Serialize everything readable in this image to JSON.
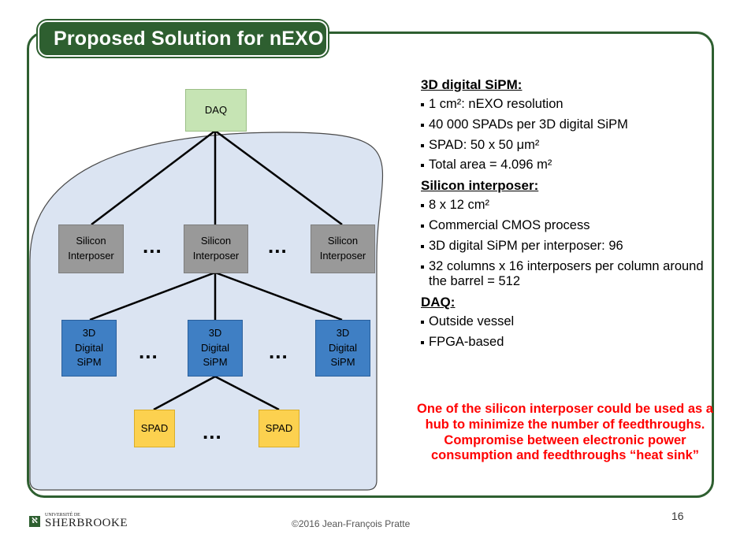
{
  "slide": {
    "title": "Proposed Solution for nEXO",
    "page_number": "16",
    "copyright": "©2016 Jean-François Pratte",
    "logo": {
      "small": "UNIVERSITÉ DE",
      "big": "SHERBROOKE",
      "mark": "ℵ"
    },
    "colors": {
      "frame": "#2e5f30",
      "note": "#ff0000",
      "daq": "#c6e4b4",
      "interposer": "#999999",
      "sipm": "#3f7fc4",
      "spad": "#fcd14f",
      "enclosure": "#dbe4f2"
    }
  },
  "diagram": {
    "daq": "DAQ",
    "interposers": [
      "Silicon\nInterposer",
      "Silicon\nInterposer",
      "Silicon\nInterposer"
    ],
    "sipms": [
      "3D\nDigital\nSiPM",
      "3D\nDigital\nSiPM",
      "3D\nDigital\nSiPM"
    ],
    "spads": [
      "SPAD",
      "SPAD"
    ],
    "ellipsis": "..."
  },
  "specs": {
    "sipm_heading": "3D digital SiPM:",
    "sipm_items": [
      "1 cm²: nEXO resolution",
      "40 000 SPADs per 3D digital SiPM",
      "SPAD: 50 x 50 μm²",
      "Total area = 4.096 m²"
    ],
    "interposer_heading": "Silicon interposer:",
    "interposer_items": [
      "8 x 12 cm²",
      "Commercial CMOS process",
      "3D digital SiPM per interposer: 96",
      "32 columns x 16 interposers per column around the barrel = 512"
    ],
    "daq_heading": "DAQ:",
    "daq_items": [
      "Outside vessel",
      "FPGA-based"
    ]
  },
  "note": "One of the silicon interposer could be used as a hub to minimize the number of feedthroughs. Compromise between electronic power consumption and feedthroughs “heat sink”"
}
